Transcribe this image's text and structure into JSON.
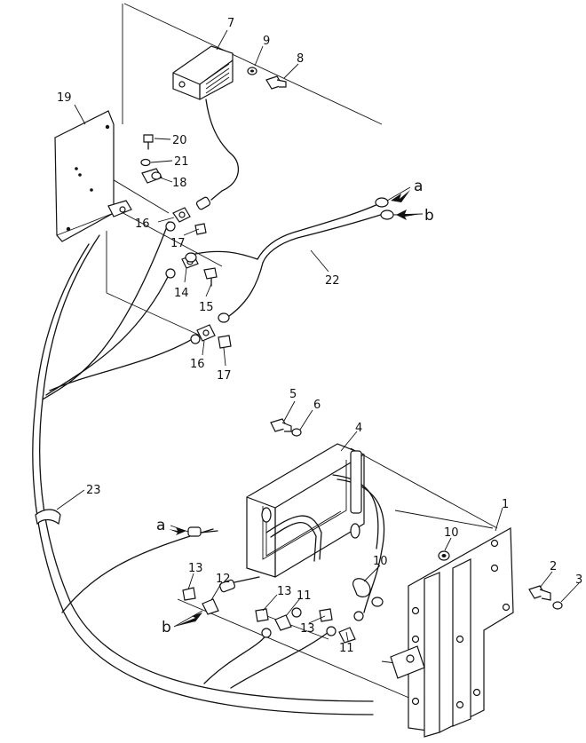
{
  "callouts": {
    "c1": "1",
    "c2": "2",
    "c3": "3",
    "c4": "4",
    "c5": "5",
    "c6": "6",
    "c7": "7",
    "c8": "8",
    "c9": "9",
    "c10a": "10",
    "c10b": "10",
    "c11a": "11",
    "c11b": "11",
    "c12": "12",
    "c13a": "13",
    "c13b": "13",
    "c13c": "13",
    "c14": "14",
    "c15": "15",
    "c16a": "16",
    "c16b": "16",
    "c17a": "17",
    "c17b": "17",
    "c18": "18",
    "c19": "19",
    "c20": "20",
    "c21": "21",
    "c22": "22",
    "c23": "23"
  },
  "connectors": {
    "a_top": "a",
    "b_top": "b",
    "a_bottom": "a",
    "b_bottom": "b"
  }
}
